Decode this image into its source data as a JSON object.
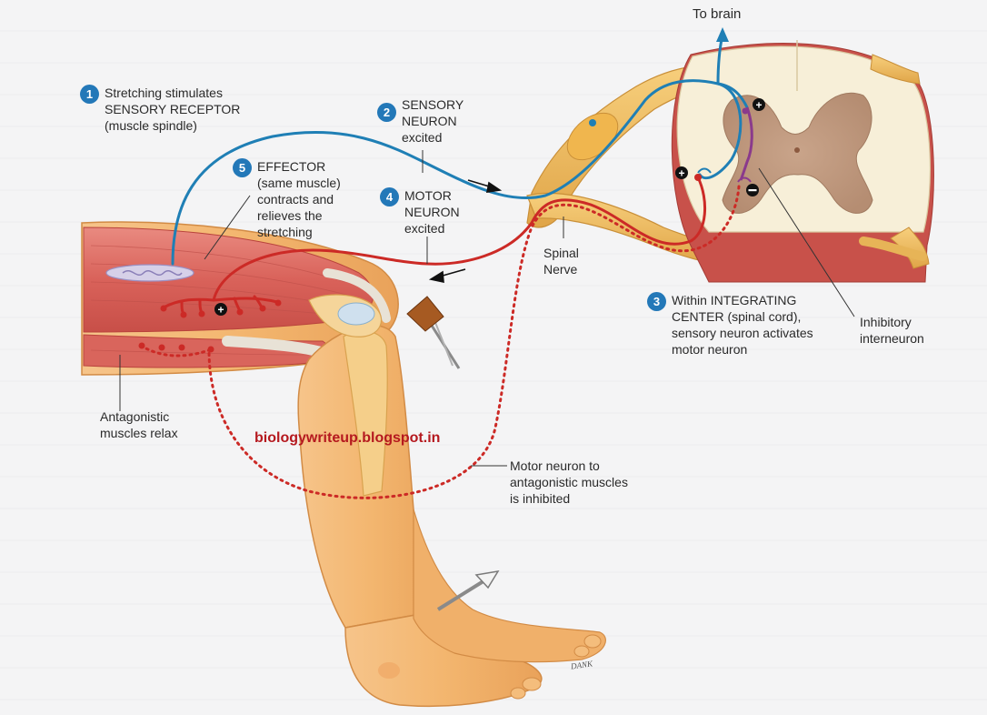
{
  "to_brain": "To brain",
  "steps": [
    {
      "num": "1",
      "lines": [
        "Stretching stimulates",
        "SENSORY RECEPTOR",
        "(muscle spindle)"
      ]
    },
    {
      "num": "2",
      "lines": [
        "SENSORY",
        "NEURON",
        "excited"
      ]
    },
    {
      "num": "3",
      "lines": [
        "Within INTEGRATING",
        "CENTER (spinal cord),",
        "sensory neuron activates",
        "motor neuron"
      ]
    },
    {
      "num": "4",
      "lines": [
        "MOTOR",
        "NEURON",
        "excited"
      ]
    },
    {
      "num": "5",
      "lines": [
        "EFFECTOR",
        "(same muscle)",
        "contracts and",
        "relieves the",
        "stretching"
      ]
    }
  ],
  "labels": {
    "spinal_nerve": [
      "Spinal",
      "Nerve"
    ],
    "inhibitory_interneuron": [
      "Inhibitory",
      "interneuron"
    ],
    "antagonistic": [
      "Antagonistic",
      "muscles relax"
    ],
    "motor_inhibited": [
      "Motor neuron to",
      "antagonistic muscles",
      "is inhibited"
    ]
  },
  "watermark": "biologywriteup.blogspot.in",
  "signature": "DANK",
  "colors": {
    "sensory": "#1f7fb5",
    "motor": "#cc2a26",
    "interneuron": "#8a3a8c",
    "badge": "#2378b8",
    "skin": "#f2b56f",
    "muscle": "#d9625a"
  }
}
